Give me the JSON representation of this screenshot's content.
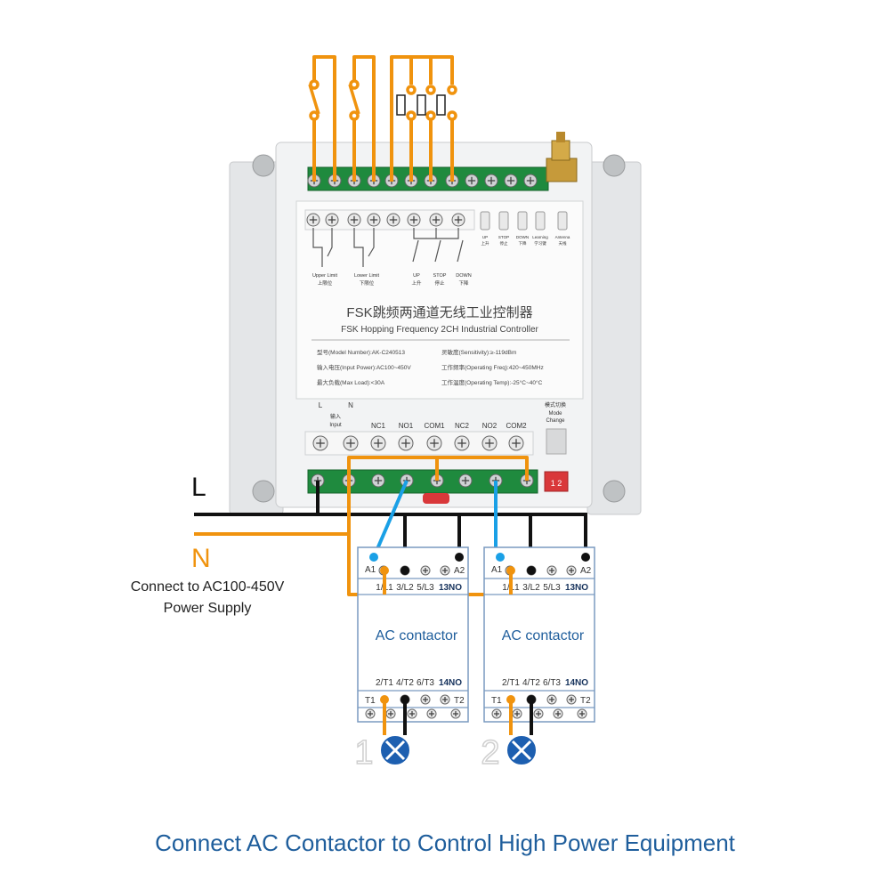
{
  "caption": "Connect AC Contactor to Control High Power Equipment",
  "supply": {
    "L": "L",
    "N": "N",
    "line1": "Connect to AC100-450V",
    "line2": "Power Supply"
  },
  "controller": {
    "title_cn": "FSK跳频两通道无线工业控制器",
    "title_en": "FSK Hopping Frequency 2CH Industrial Controller",
    "spec_model": "型号(Model Number):AK-C240513",
    "spec_sens": "灵敏度(Sensitivity):≥-119dBm",
    "spec_power": "输入电压(Input Power):AC100~450V",
    "spec_freq": "工作频率(Operating Freq):420~450MHz",
    "spec_load": "最大负载(Max Load):<30A",
    "spec_temp": "工作温度(Operating Temp):-25°C~40°C",
    "top_labels": [
      "Upper Limit",
      "上限位",
      "Lower Limit",
      "下限位",
      "UP",
      "上升",
      "STOP",
      "停止",
      "DOWN",
      "下降"
    ],
    "button_labels": [
      "UP",
      "上升",
      "STOP",
      "停止",
      "DOWN",
      "下降",
      "Learning",
      "学习键",
      "Antenna",
      "天线"
    ],
    "bottom_terminals": [
      "L",
      "N",
      "NC1",
      "NO1",
      "COM1",
      "NC2",
      "NO2",
      "COM2"
    ],
    "input_label": [
      "输入",
      "Input"
    ],
    "mode_label": [
      "模式切换",
      "Mode",
      "Change"
    ],
    "dip": "1 2"
  },
  "contactors": [
    {
      "name": "AC contactor",
      "top": [
        "A1",
        "A2"
      ],
      "top_terms": [
        "1/L1",
        "3/L2",
        "5/L3",
        "13NO"
      ],
      "bot_terms": [
        "2/T1",
        "4/T2",
        "6/T3",
        "14NO"
      ],
      "bottom": [
        "T1",
        "T2"
      ],
      "number": "1"
    },
    {
      "name": "AC contactor",
      "top": [
        "A1",
        "A2"
      ],
      "top_terms": [
        "1/L1",
        "3/L2",
        "5/L3",
        "13NO"
      ],
      "bot_terms": [
        "2/T1",
        "4/T2",
        "6/T3",
        "14NO"
      ],
      "bottom": [
        "T1",
        "T2"
      ],
      "number": "2"
    }
  ],
  "colors": {
    "orange": "#f0930e",
    "blue": "#1aa0e6",
    "black": "#111111",
    "text_blue": "#1f5e9c",
    "lamp": "#1d5fb0"
  }
}
